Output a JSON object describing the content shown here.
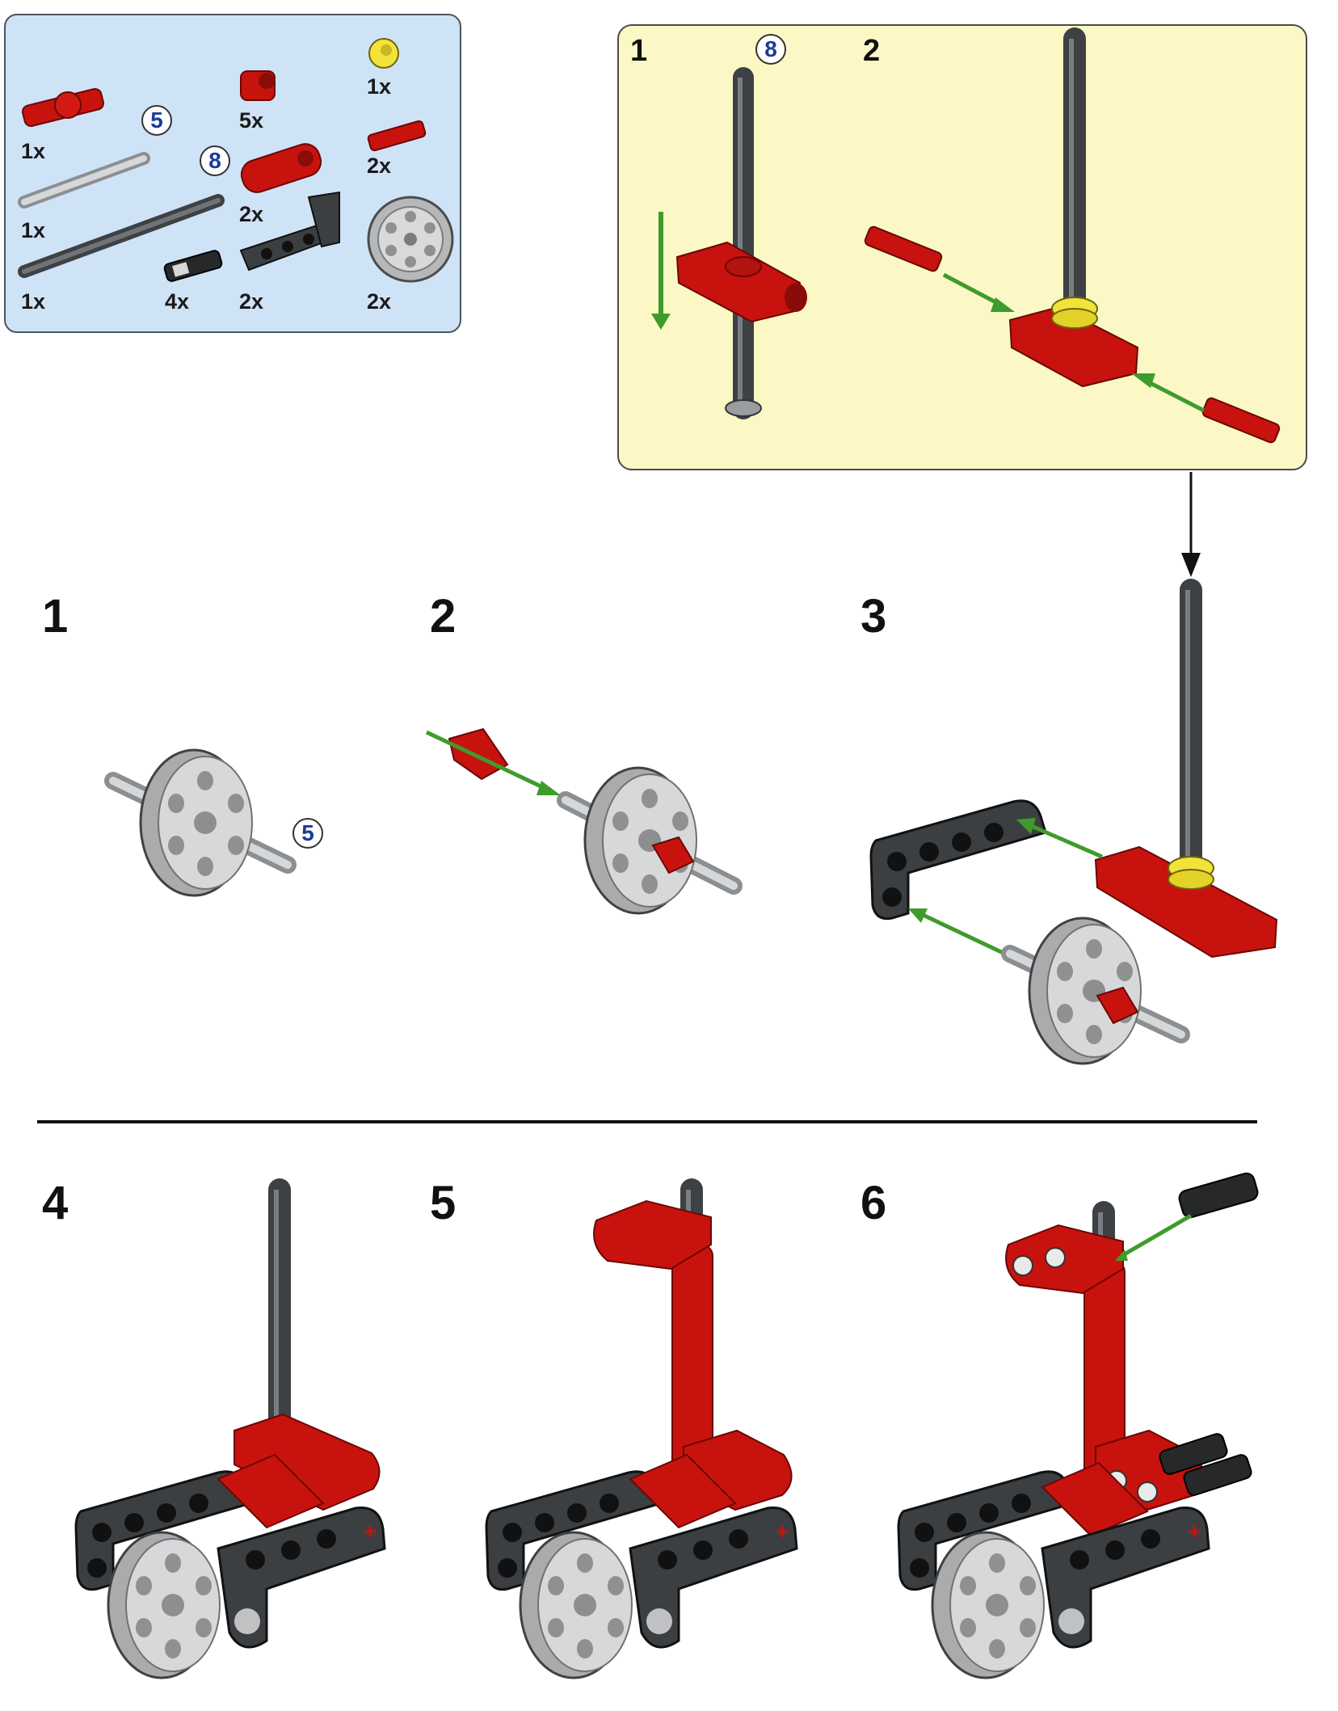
{
  "parts_list": {
    "items": [
      {
        "name": "red-axle-connector",
        "qty": "1x"
      },
      {
        "name": "red-bushing",
        "qty": "5x"
      },
      {
        "name": "yellow-half-bushing",
        "qty": "1x"
      },
      {
        "name": "grey-axle-5",
        "qty": "1x",
        "length": "5"
      },
      {
        "name": "red-axle-pin",
        "qty": "2x"
      },
      {
        "name": "red-thick-beam-3",
        "qty": "2x"
      },
      {
        "name": "dark-grey-axle-8",
        "qty": "1x",
        "length": "8"
      },
      {
        "name": "black-friction-pin",
        "qty": "4x"
      },
      {
        "name": "dark-grey-l-beam",
        "qty": "2x"
      },
      {
        "name": "grey-wheel",
        "qty": "2x"
      }
    ]
  },
  "sub_assembly": {
    "steps": [
      "1",
      "2"
    ],
    "axle_length": "8"
  },
  "steps": [
    {
      "number": "1",
      "callout": "5"
    },
    {
      "number": "2"
    },
    {
      "number": "3"
    },
    {
      "number": "4"
    },
    {
      "number": "5"
    },
    {
      "number": "6"
    }
  ],
  "colors": {
    "red": "#c8120e",
    "dark_red": "#8a0c08",
    "axle_grey": "#5c5f63",
    "light_grey": "#c9cbcc",
    "beam_black": "#3c3f42",
    "yellow": "#f2e33a",
    "arrow_green": "#3f9b2b",
    "callout_blue": "#1b3a9a",
    "parts_bg": "#cfe3f7",
    "sub_bg": "#fbf8c5"
  }
}
